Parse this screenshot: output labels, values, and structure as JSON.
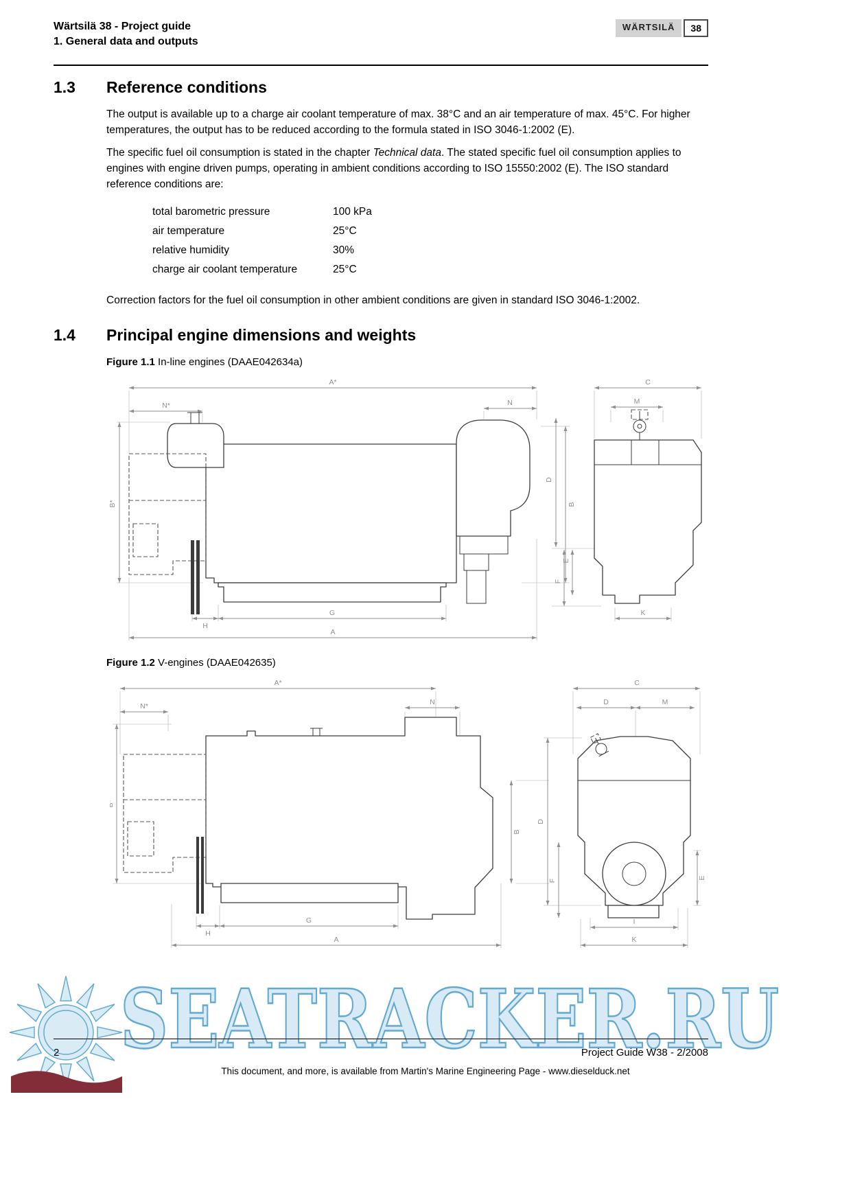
{
  "header": {
    "doc_title": "Wärtsilä 38 - Project guide",
    "chapter": "1. General data and outputs",
    "brand": "WÄRTSILÄ",
    "brand_number": "38"
  },
  "section13": {
    "number": "1.3",
    "title": "Reference conditions",
    "para1": "The output is available up to a charge air coolant temperature of max. 38°C and an air temperature of max. 45°C. For higher temperatures, the output has to be reduced according to the formula stated in ISO 3046-1:2002 (E).",
    "para2_before": "The specific fuel oil consumption is stated in the chapter ",
    "para2_italic": "Technical data",
    "para2_after": ". The stated specific fuel oil consumption applies to engines with engine driven pumps, operating in ambient conditions according to ISO 15550:2002 (E). The ISO standard reference conditions are:",
    "conditions": [
      {
        "label": "total barometric pressure",
        "value": "100 kPa"
      },
      {
        "label": "air temperature",
        "value": "25°C"
      },
      {
        "label": "relative humidity",
        "value": "30%"
      },
      {
        "label": "charge air coolant temperature",
        "value": "25°C"
      }
    ],
    "para3": "Correction factors for the fuel oil consumption in other ambient conditions are given in standard ISO 3046-1:2002."
  },
  "section14": {
    "number": "1.4",
    "title": "Principal engine dimensions and weights"
  },
  "figure1": {
    "label": "Figure 1.1",
    "caption": "In-line engines (DAAE042634a)",
    "dims": {
      "a_star": "A*",
      "n_star": "N*",
      "n": "N",
      "b_star": "B*",
      "b": "B",
      "h": "H",
      "g": "G",
      "a": "A",
      "c": "C",
      "m": "M",
      "d": "D",
      "e": "E",
      "f": "F",
      "k": "K"
    }
  },
  "figure2": {
    "label": "Figure 1.2",
    "caption": "V-engines (DAAE042635)",
    "dims": {
      "a_star": "A*",
      "n_star": "N*",
      "n": "N",
      "b_star": "B*",
      "b": "B",
      "h": "H",
      "g": "G",
      "a": "A",
      "c": "C",
      "d_top": "D",
      "m": "M",
      "d": "D",
      "f": "F",
      "e": "E",
      "i": "I",
      "k": "K"
    }
  },
  "footer": {
    "page_number": "2",
    "right_text": "Project Guide W38 - 2/2008",
    "watermark": "SEATRACKER.RU",
    "bottom_note": "This document, and more, is available from Martin's Marine Engineering Page - www.dieselduck.net"
  }
}
